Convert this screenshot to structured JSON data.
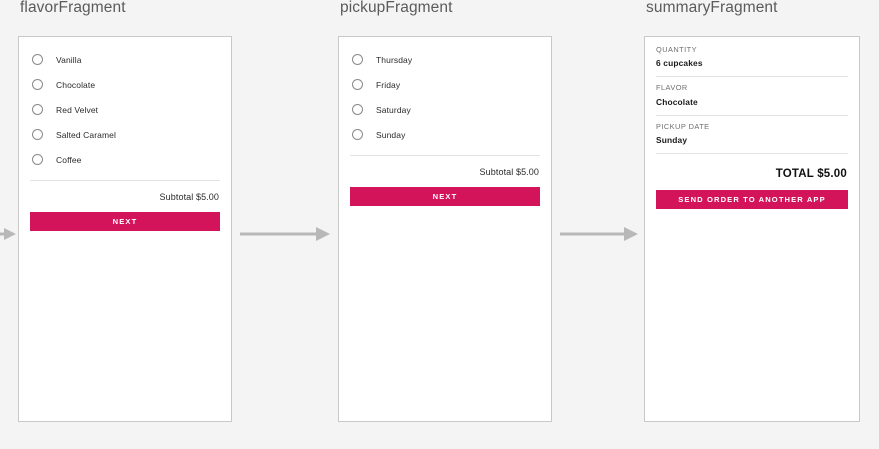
{
  "background_color": "#f4f4f4",
  "accent_color": "#d4145a",
  "fragments": [
    {
      "title": "flavorFragment",
      "type": "radio-list",
      "options": [
        "Vanilla",
        "Chocolate",
        "Red Velvet",
        "Salted Caramel",
        "Coffee"
      ],
      "subtotal_label": "Subtotal $5.00",
      "button_label": "NEXT"
    },
    {
      "title": "pickupFragment",
      "type": "radio-list",
      "options": [
        "Thursday",
        "Friday",
        "Saturday",
        "Sunday"
      ],
      "subtotal_label": "Subtotal $5.00",
      "button_label": "NEXT"
    },
    {
      "title": "summaryFragment",
      "type": "summary",
      "rows": [
        {
          "label": "QUANTITY",
          "value": "6 cupcakes"
        },
        {
          "label": "FLAVOR",
          "value": "Chocolate"
        },
        {
          "label": "PICKUP DATE",
          "value": "Sunday"
        }
      ],
      "total_label": "TOTAL $5.00",
      "button_label": "SEND ORDER TO ANOTHER APP"
    }
  ],
  "arrows": [
    {
      "name": "arrow-into-flavor"
    },
    {
      "name": "arrow-flavor-to-pickup"
    },
    {
      "name": "arrow-pickup-to-summary"
    }
  ]
}
